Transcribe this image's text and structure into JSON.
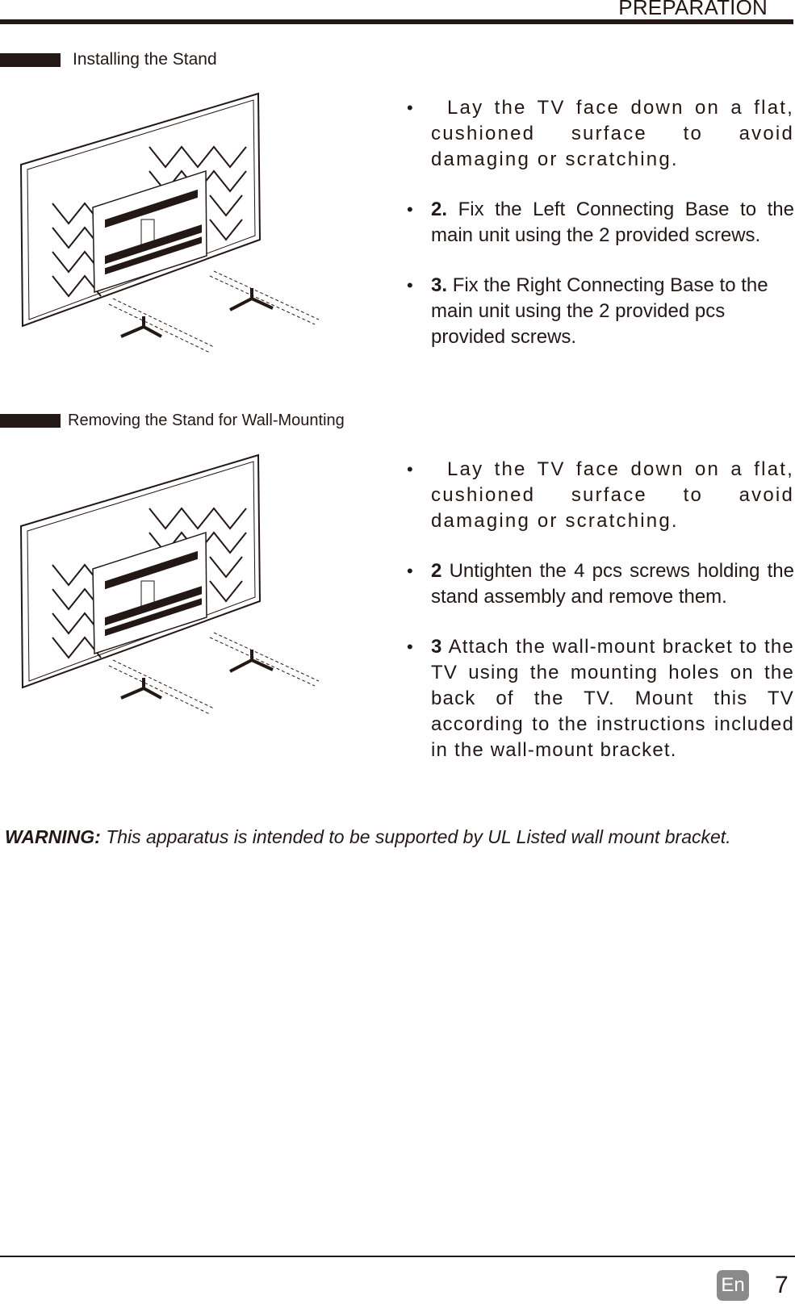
{
  "header": {
    "title": "PREPARATION"
  },
  "sections": [
    {
      "title": "Installing the Stand",
      "figure": "tv-back-stand-install-illustration",
      "steps": [
        {
          "number": "",
          "text": "Lay the TV face down on a flat, cushioned surface to avoid damaging or scratching."
        },
        {
          "number": "2.",
          "text": "Fix the Left Connecting Base to the main unit using the 2 provided screws."
        },
        {
          "number": "3.",
          "text": "Fix the Right Connecting Base to the main unit using the 2 provided pcs provided screws."
        }
      ]
    },
    {
      "title": "Removing the Stand for Wall-Mounting",
      "figure": "tv-back-stand-removal-illustration",
      "steps": [
        {
          "number": "",
          "text": "Lay the TV face down on a flat, cushioned surface to avoid damaging or scratching."
        },
        {
          "number": "2",
          "text": "Untighten the 4 pcs screws holding the stand assembly and remove them."
        },
        {
          "number": "3",
          "text": "Attach the wall-mount bracket to the TV using the mounting holes on the back of the TV. Mount this TV according to the instructions included in the wall-mount bracket."
        }
      ]
    }
  ],
  "warning": {
    "label": "WARNING:",
    "text": "This apparatus is intended to be supported by UL Listed wall mount bracket."
  },
  "footer": {
    "language": "En",
    "page_number": "7"
  },
  "colors": {
    "ink": "#231815",
    "badge": "#8a8a8a"
  }
}
